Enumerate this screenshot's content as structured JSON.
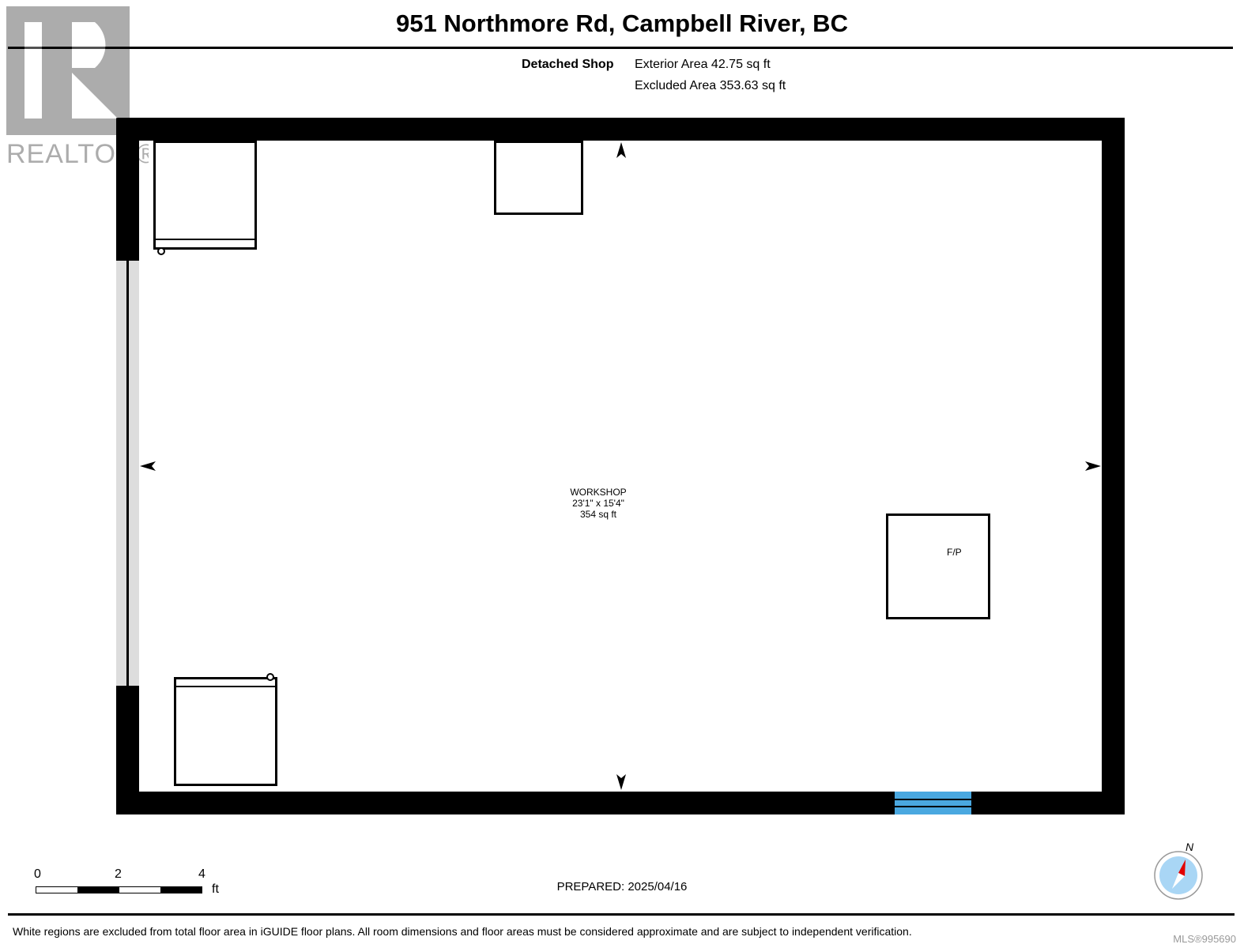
{
  "header": {
    "title": "951 Northmore Rd, Campbell River, BC"
  },
  "summary": {
    "section_label": "Detached Shop",
    "exterior_area": "Exterior Area 42.75 sq ft",
    "excluded_area": "Excluded Area 353.63 sq ft"
  },
  "room": {
    "name": "WORKSHOP",
    "dimensions": "23'1\" x 15'4\"",
    "area": "354 sq ft",
    "fireplace_label": "F/P"
  },
  "scale": {
    "ticks": [
      "0",
      "2",
      "4"
    ],
    "unit": "ft"
  },
  "prepared": "PREPARED: 2025/04/16",
  "compass": {
    "label": "N"
  },
  "footer": {
    "disclaimer": "White regions are excluded from total floor area in iGUIDE floor plans. All room dimensions and floor areas must be considered approximate and are subject to independent verification.",
    "mls": "MLS®995690"
  },
  "logo": {
    "text": "REALTOR®"
  },
  "colors": {
    "wall": "#000000",
    "window": "#4aa8e0",
    "compass_fill": "#a9d6f5",
    "compass_needle": "#e30000"
  }
}
